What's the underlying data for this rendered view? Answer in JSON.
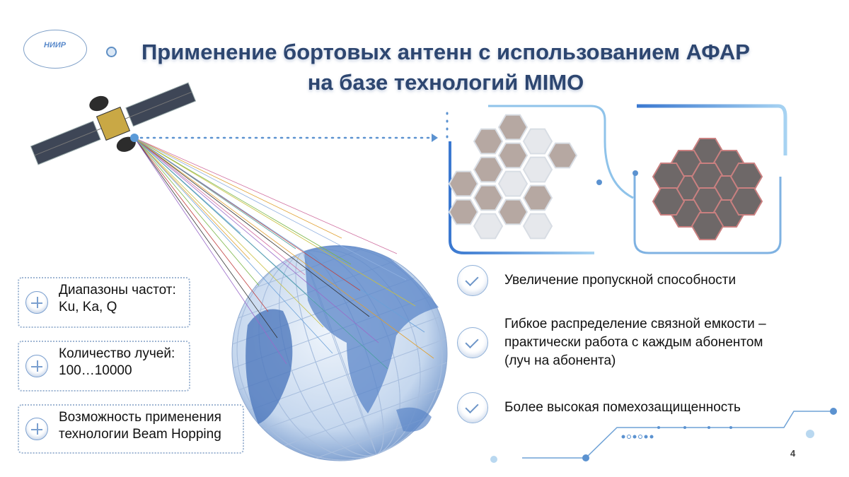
{
  "logo": {
    "text": "НИИР"
  },
  "title": {
    "line1": "Применение бортовых антенн с использованием АФАР",
    "line2": "на базе технологий MIMO"
  },
  "features": [
    {
      "line1": "Диапазоны частот:",
      "line2": "Ku, Ka, Q",
      "icon": "plus-circle-icon"
    },
    {
      "line1": "Количество лучей:",
      "line2": "100…10000",
      "icon": "plus-circle-icon"
    },
    {
      "line1": "Возможность применения",
      "line2": "технологии Beam Hopping",
      "icon": "plus-circle-icon"
    }
  ],
  "benefits": [
    {
      "text": "Увеличение пропускной способности"
    },
    {
      "line1": "Гибкое распределение связной емкости –",
      "line2": "практически работа с каждым абонентом",
      "line3": "(луч на абонента)"
    },
    {
      "text": "Более высокая помехозащищенность"
    }
  ],
  "page_number": "4",
  "colors": {
    "title": "#2d4670",
    "accent": "#5b92d0",
    "light": "#a9cdee"
  }
}
